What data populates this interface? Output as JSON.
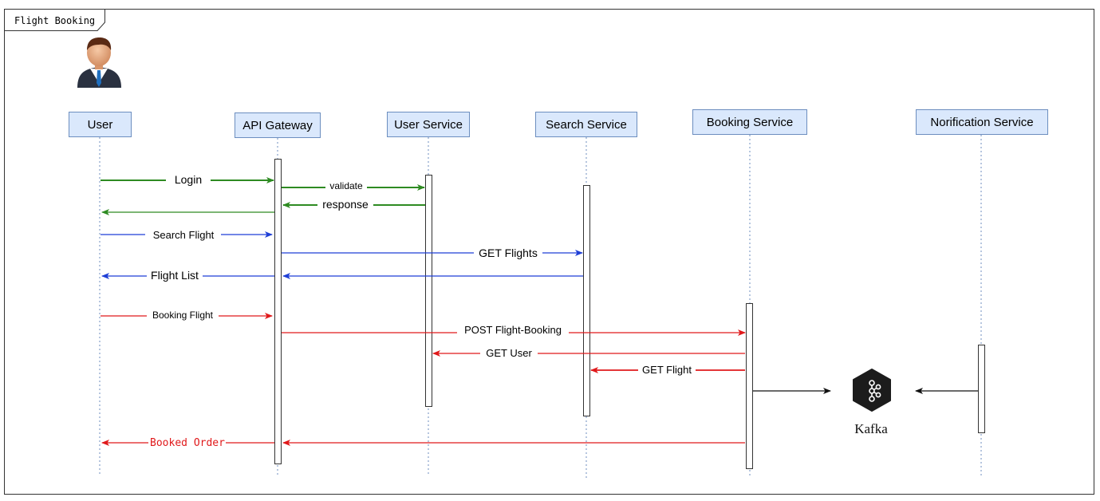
{
  "frame": {
    "title": "Flight Booking"
  },
  "participants": [
    {
      "id": "user",
      "label": "User"
    },
    {
      "id": "gateway",
      "label": "API Gateway"
    },
    {
      "id": "userService",
      "label": "User Service"
    },
    {
      "id": "searchService",
      "label": "Search Service"
    },
    {
      "id": "bookingService",
      "label": "Booking Service"
    },
    {
      "id": "notificationService",
      "label": "Norification Service"
    }
  ],
  "kafka": {
    "label": "Kafka",
    "icon": "kafka-icon"
  },
  "actor": {
    "icon": "businessman-icon"
  },
  "colors": {
    "green": "#2e8b22",
    "blue": "#1f3fd6",
    "red": "#e0191b",
    "black": "#111111",
    "participant_fill": "#dae8fc",
    "participant_border": "#6c8ebf",
    "lifeline": "#6c8ebf"
  },
  "messages": [
    {
      "id": "login",
      "from": "user",
      "to": "gateway",
      "label": "Login",
      "color": "green"
    },
    {
      "id": "validate",
      "from": "gateway",
      "to": "userService",
      "label": "validate",
      "color": "green"
    },
    {
      "id": "response",
      "from": "userService",
      "to": "gateway",
      "label": "response",
      "color": "green"
    },
    {
      "id": "login-return",
      "from": "gateway",
      "to": "user",
      "label": "",
      "color": "green"
    },
    {
      "id": "search-flight",
      "from": "user",
      "to": "gateway",
      "label": "Search Flight",
      "color": "blue"
    },
    {
      "id": "get-flights",
      "from": "gateway",
      "to": "searchService",
      "label": "GET Flights",
      "color": "blue"
    },
    {
      "id": "flight-list-gw",
      "from": "searchService",
      "to": "gateway",
      "label": "",
      "color": "blue"
    },
    {
      "id": "flight-list",
      "from": "gateway",
      "to": "user",
      "label": "Flight List",
      "color": "blue"
    },
    {
      "id": "booking-flight",
      "from": "user",
      "to": "gateway",
      "label": "Booking Flight",
      "color": "red"
    },
    {
      "id": "post-flight-booking",
      "from": "gateway",
      "to": "bookingService",
      "label": "POST Flight-Booking",
      "color": "red"
    },
    {
      "id": "get-user",
      "from": "bookingService",
      "to": "userService",
      "label": "GET User",
      "color": "red"
    },
    {
      "id": "get-flight",
      "from": "bookingService",
      "to": "searchService",
      "label": "GET Flight",
      "color": "red"
    },
    {
      "id": "booking-to-kafka",
      "from": "bookingService",
      "to": "kafka",
      "label": "",
      "color": "black"
    },
    {
      "id": "notification-to-kafka",
      "from": "notificationService",
      "to": "kafka",
      "label": "",
      "color": "black"
    },
    {
      "id": "booked-order-gw",
      "from": "bookingService",
      "to": "gateway",
      "label": "",
      "color": "red"
    },
    {
      "id": "booked-order",
      "from": "gateway",
      "to": "user",
      "label": "Booked Order",
      "color": "red"
    }
  ]
}
